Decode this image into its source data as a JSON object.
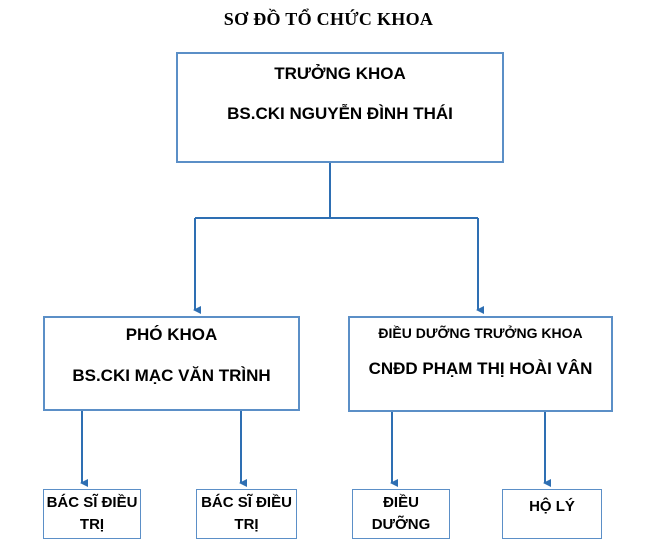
{
  "diagram": {
    "title": "SƠ ĐỒ TỔ CHỨC KHOA",
    "head": {
      "role": "TRƯỞNG KHOA",
      "name": "BS.CKI NGUYỄN ĐÌNH THÁI"
    },
    "deputy": {
      "role": "PHÓ KHOA",
      "name": "BS.CKI MẠC VĂN TRÌNH"
    },
    "head_nurse": {
      "role": "ĐIỀU DƯỠNG TRƯỞNG KHOA",
      "name": "CNĐD PHẠM THỊ HOÀI VÂN"
    },
    "staff": {
      "doctor_1": "BÁC SĨ ĐIỀU TRỊ",
      "doctor_2": "BÁC SĨ ĐIỀU TRỊ",
      "nursing": "ĐIỀU DƯỠNG",
      "orderly": "HỘ LÝ"
    },
    "colors": {
      "box_border": "#5b8fc7",
      "arrow": "#2e6fb3"
    }
  }
}
